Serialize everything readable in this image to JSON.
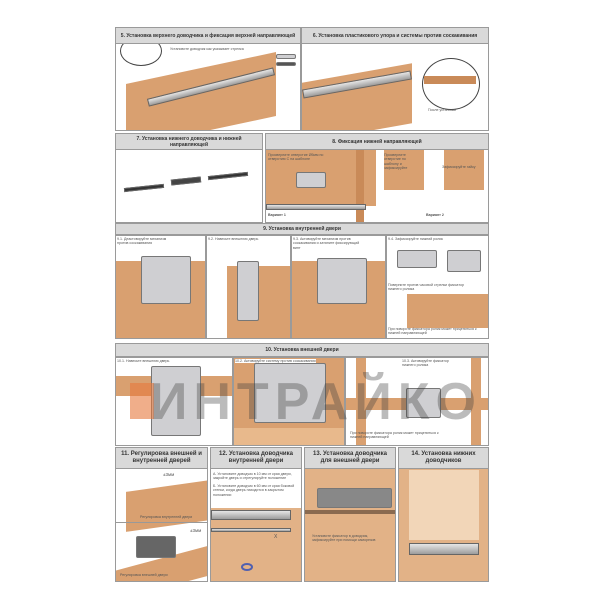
{
  "s5": {
    "title": "5. Установка верхнего доводчика и фиксация верхней направляющей",
    "note": "Установите доводчик как указывает стрелка"
  },
  "s6": {
    "title": "6. Установка пластикового упора и системы против соскакивания",
    "note": "После установки"
  },
  "s7": {
    "title": "7. Установка нижнего доводчика и нижней направляющей"
  },
  "s8": {
    "title": "8. Фиксация нижней направляющей",
    "note1": "Просверлите отверстие Ø5мм по отверстию С на шаблоне",
    "note2": "Просверлите отверстие по шаблону и зафиксируйте",
    "note3": "Зафиксируйте гайку",
    "v1": "Вариант 1",
    "v2": "Вариант 2"
  },
  "s9": {
    "title": "9. Установка внутренней двери",
    "a": "9.1. Деактивируйте механизм против соскакивания",
    "b": "9.2. Навесьте внешнюю дверь",
    "c": "9.3. Активируйте механизм против соскакивания и затяните фиксирующий винт",
    "d": "9.4. Зафиксируйте нижний ролик",
    "d2": "Поверните против часовой стрелки фиксатор нижнего ролика",
    "d3": "При повороте фиксатора ролик может прицепиться к нижней направляющей"
  },
  "s10": {
    "title": "10. Установка внешней двери",
    "a": "10.1. Навесьте внешнюю дверь",
    "b": "10.2. Активируйте систему против соскакивания",
    "c": "10.3. Активируйте фиксатор нижнего ролика",
    "c2": "При повороте фиксатора ролик может прицепиться к нижней направляющей"
  },
  "s11": {
    "title": "11. Регулировка внешней и внутренней дверей",
    "dim1": "±3мм",
    "dim2": "±3мм",
    "cap1": "Регулировка внутренней двери",
    "cap2": "Регулировка внешней двери"
  },
  "s12": {
    "title": "12. Установка доводчика внутренней двери",
    "a": "А. Установите доводчик в 10 мм от края двери, закройте дверь и отрегулируйте положение",
    "b": "Б. Установите доводчик в 60 мм от края боковой стенки, когда дверь находится в закрытом положении",
    "x": "X"
  },
  "s13": {
    "title": "13. Установка доводчика для внешней двери",
    "note": "Установите фиксатор в доводчик, зафиксируйте при помощи саморезов"
  },
  "s14": {
    "title": "14. Установка нижних доводчиков"
  },
  "watermark": "ИНТРАЙКО"
}
